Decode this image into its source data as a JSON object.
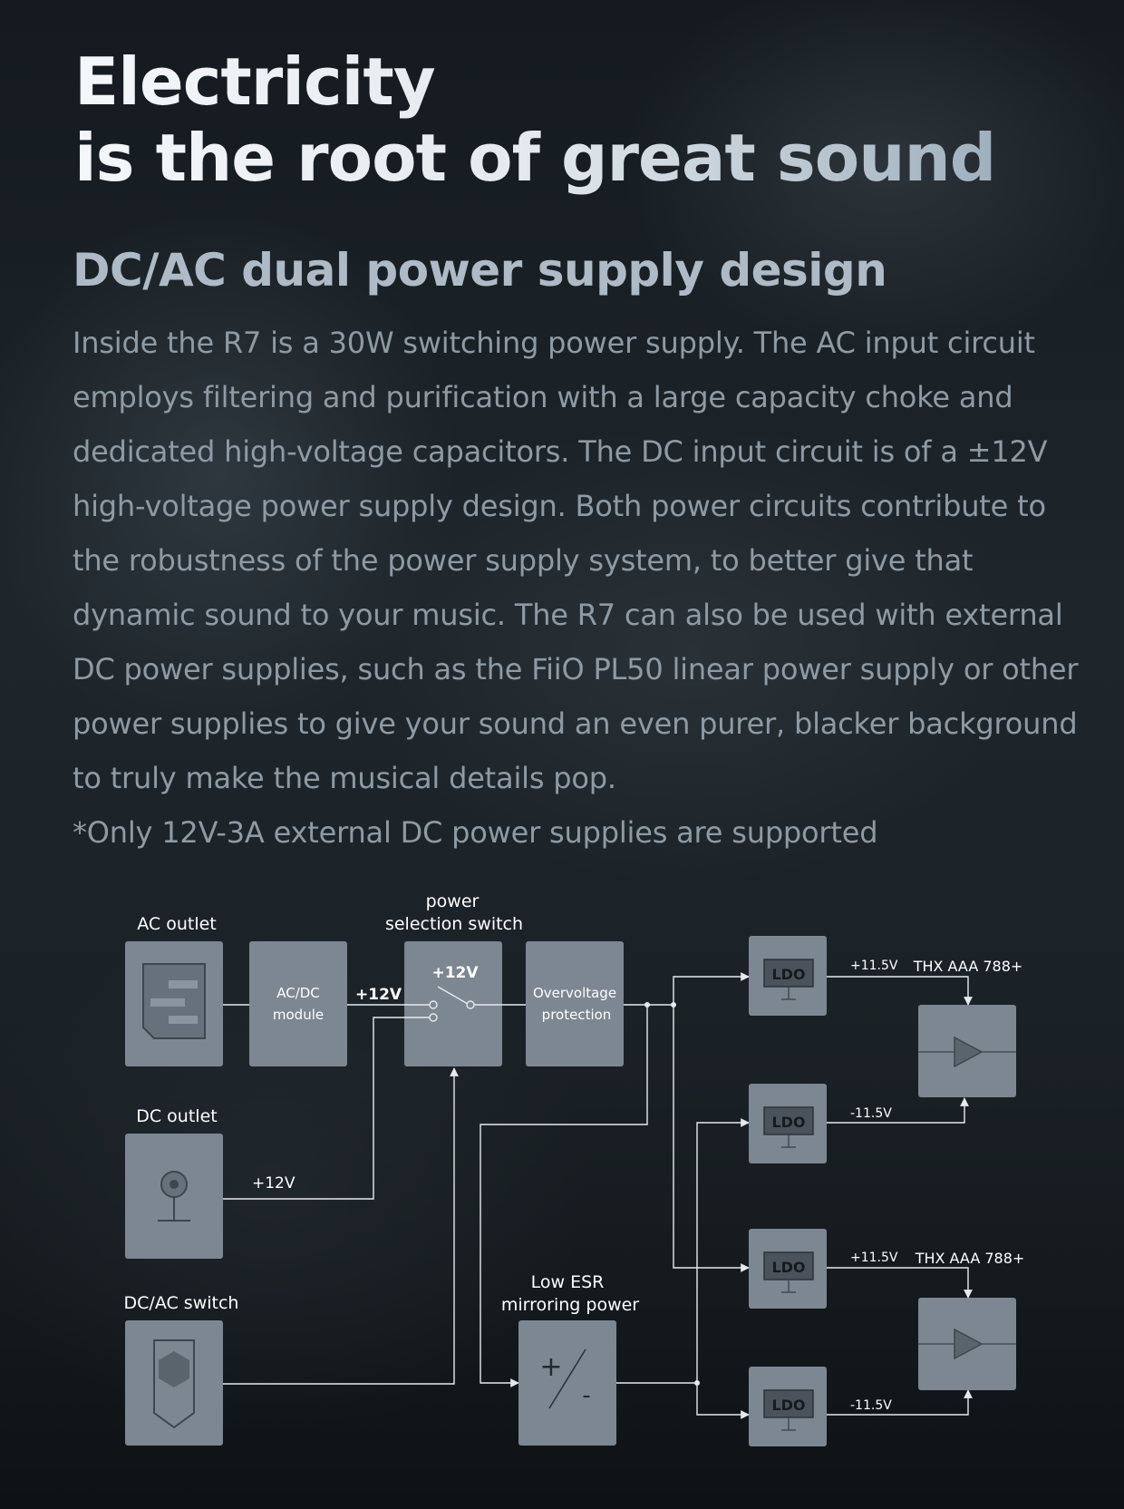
{
  "headline": {
    "line1": "Electricity",
    "line2": "is the root of great sound"
  },
  "subheading": "DC/AC dual power supply design",
  "body": "Inside the R7 is a 30W switching power supply. The AC input circuit employs filtering and purification with a large capacity choke and dedicated high-voltage capacitors. The DC input circuit is of a ±12V high-voltage power supply design. Both power circuits contribute to the robustness of the power supply system, to better give that dynamic sound to your music. The R7 can also be used with external DC power supplies, such as the FiiO PL50 linear power supply or other power supplies to give your sound an even purer, blacker background to truly make the musical details pop.",
  "footnote": "*Only 12V-3A external DC power supplies are supported",
  "diagram": {
    "ac_outlet": "AC outlet",
    "dc_outlet": "DC outlet",
    "dcac_switch": "DC/AC switch",
    "acdc_module_line1": "AC/DC",
    "acdc_module_line2": "module",
    "acdc_output": "+12V",
    "dc_output": "+12V",
    "power_switch_line1": "power",
    "power_switch_line2": "selection switch",
    "power_switch_inner": "+12V",
    "overvoltage_line1": "Overvoltage",
    "overvoltage_line2": "protection",
    "low_esr_line1": "Low ESR",
    "low_esr_line2": "mirroring power",
    "plus_sign": "+",
    "minus_sign": "-",
    "ldo": [
      "LDO",
      "LDO",
      "LDO",
      "LDO"
    ],
    "rails": [
      "+11.5V",
      "-11.5V",
      "+11.5V",
      "-11.5V"
    ],
    "amp_labels": [
      "THX AAA 788+",
      "THX AAA 788+"
    ]
  },
  "colors": {
    "box_fill": "#7d8791",
    "ldo_chip": "#4a535b",
    "line": "#e6eaee",
    "headline": "#eef2f5",
    "subheading": "#aebbc6",
    "body_text": "#8e9aa4"
  }
}
